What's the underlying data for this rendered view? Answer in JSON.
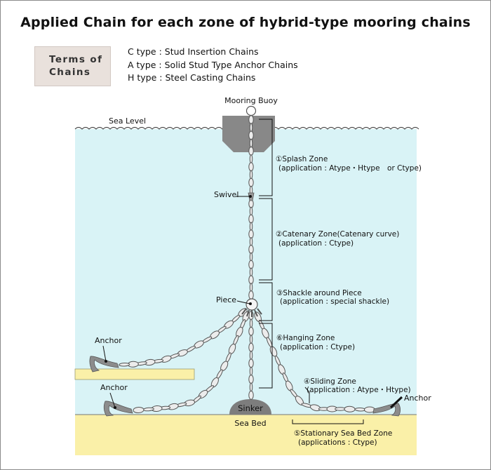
{
  "title": "Applied Chain for each zone of hybrid-type mooring chains",
  "terms": {
    "label_line1": "Terms of",
    "label_line2": "Chains",
    "definitions": [
      "C type : Stud Insertion Chains",
      "A type : Solid Stud Type Anchor Chains",
      "H type : Steel Casting Chains"
    ]
  },
  "labels": {
    "mooring_buoy": "Mooring Buoy",
    "sea_level": "Sea Level",
    "swivel": "Swivel",
    "piece": "Piece",
    "anchor_upper_left": "Anchor",
    "anchor_lower_left": "Anchor",
    "anchor_right": "Anchor",
    "sinker": "Sinker",
    "sea_bed": "Sea Bed"
  },
  "zones": [
    {
      "id": "splash",
      "name": "①Splash Zone",
      "application": "(application : Atype・Htype　or Ctype)"
    },
    {
      "id": "catenary",
      "name": "②Catenary Zone(Catenary curve)",
      "application": "(application : Ctype)"
    },
    {
      "id": "shackle",
      "name": "③Shackle around Piece",
      "application": "(application : special shackle)"
    },
    {
      "id": "hanging",
      "name": "⑥Hanging Zone",
      "application": "(application : Ctype)"
    },
    {
      "id": "sliding",
      "name": "④Sliding Zone",
      "application": "(application : Atype・Htype)"
    },
    {
      "id": "stationary",
      "name": "⑤Stationary Sea Bed Zone",
      "application": "(applications : Ctype)"
    }
  ],
  "colors": {
    "sea": "#d9f3f6",
    "seabed": "#faf0a8",
    "buoy": "#888888",
    "sinker": "#7d7d7d",
    "chain": "#ececec",
    "chain_stroke": "#555555",
    "terms_bg": "#e9e1dc"
  }
}
